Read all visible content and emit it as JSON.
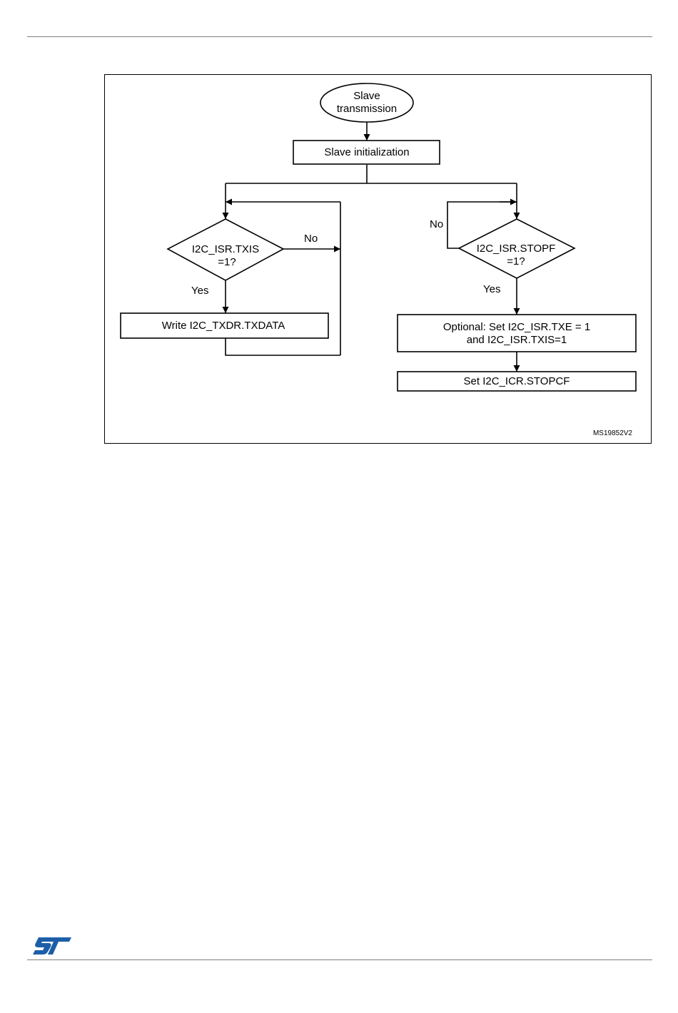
{
  "diagram": {
    "start": {
      "line1": "Slave",
      "line2": "transmission"
    },
    "init": "Slave initialization",
    "left_branch": {
      "decision": {
        "line1": "I2C_ISR.TXIS",
        "line2": "=1?"
      },
      "no_label": "No",
      "yes_label": "Yes",
      "action": "Write I2C_TXDR.TXDATA"
    },
    "right_branch": {
      "decision": {
        "line1": "I2C_ISR.STOPF",
        "line2": "=1?"
      },
      "no_label": "No",
      "yes_label": "Yes",
      "action": {
        "line1": "Optional: Set I2C_ISR.TXE = 1",
        "line2": "and I2C_ISR.TXIS=1"
      },
      "final": "Set I2C_ICR.STOPCF"
    },
    "figure_code": "MS19852V2"
  },
  "colors": {
    "logo": "#1d5ea8",
    "rule": "#7f7f7f"
  },
  "logo_icon": "st-logo-icon"
}
